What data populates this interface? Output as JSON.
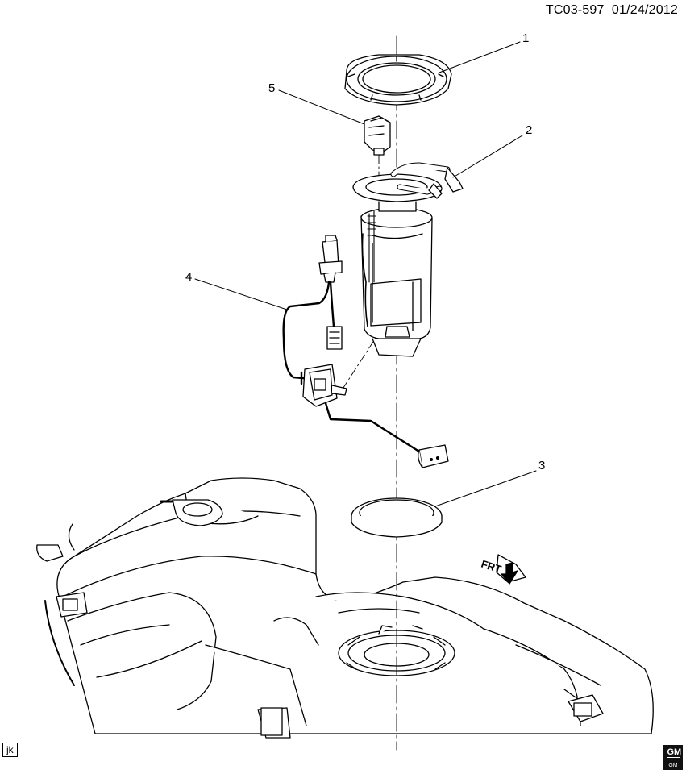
{
  "header": {
    "doc_id": "TC03-597",
    "date": "01/24/2012"
  },
  "callouts": [
    "1",
    "2",
    "3",
    "4",
    "5"
  ],
  "direction_label": "FRT",
  "initials": "jk",
  "logo": {
    "text": "GM",
    "sub": "GM"
  },
  "icons": [
    "retaining-ring",
    "seal",
    "fuel-sender-module",
    "fuel-level-sensor",
    "pressure-sensor",
    "fuel-tank",
    "front-arrow"
  ]
}
